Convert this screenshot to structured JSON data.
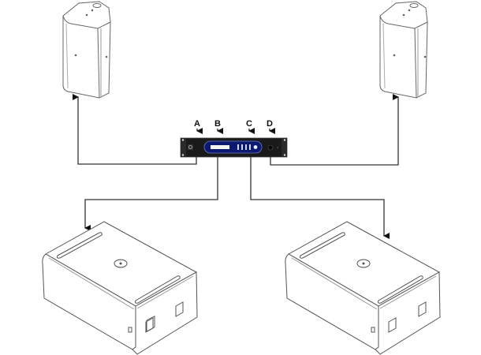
{
  "diagram": {
    "type": "speaker-system-wiring",
    "components": {
      "top_left_speaker": "full-range-speaker",
      "top_right_speaker": "full-range-speaker",
      "processor": "rack-mount-amplifier-dsp",
      "bottom_left_sub": "subwoofer",
      "bottom_right_sub": "subwoofer"
    },
    "labels": {
      "a": "A",
      "b": "B",
      "c": "C",
      "d": "D"
    },
    "connections": [
      {
        "from": "A",
        "to": "top_left_speaker"
      },
      {
        "from": "B",
        "to": "bottom_left_sub"
      },
      {
        "from": "C",
        "to": "bottom_right_sub"
      },
      {
        "from": "D",
        "to": "top_right_speaker"
      }
    ],
    "colors": {
      "line": "#333333",
      "device_body": "#1a1a1a",
      "device_panel": "#0b1a6e",
      "outline": "#555555"
    }
  }
}
